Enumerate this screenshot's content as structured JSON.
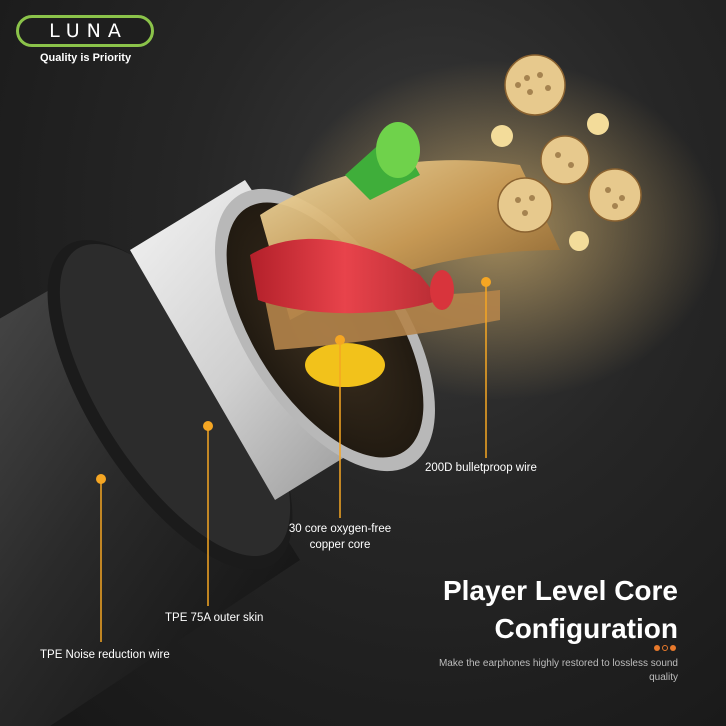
{
  "brand": {
    "logo_text": "LUNA",
    "tagline": "Quality is Priority"
  },
  "callouts": {
    "bulletproof_wire": "200D bulletproop wire",
    "copper_core_line1": "30 core oxygen-free",
    "copper_core_line2": "copper core",
    "outer_skin": "TPE 75A outer skin",
    "noise_reduction": "TPE Noise reduction wire"
  },
  "headline": {
    "line1": "Player Level Core",
    "line2": "Configuration",
    "subline": "Make the earphones highly restored to lossless sound quality"
  },
  "colors": {
    "accent": "#e8792b",
    "logo_border": "#8bc34a",
    "marker": "#f5a623"
  },
  "icons": {
    "logo": "luna-logo-icon",
    "marker": "callout-marker-icon",
    "cable": "cable-cross-section-icon"
  }
}
